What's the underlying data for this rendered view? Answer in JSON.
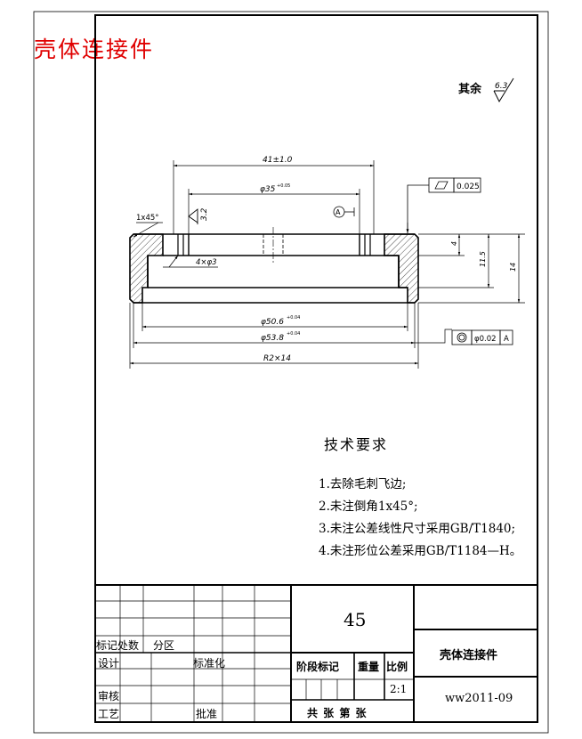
{
  "header": {
    "title": "壳体连接件"
  },
  "surface_roughness": {
    "prefix": "其余",
    "value": "6.3"
  },
  "dimensions": {
    "outer_top": "41±1.0",
    "inner_top": "φ35",
    "inner_top_tol": "+0.05",
    "flatness_value": "0.025",
    "chamfer": "1x45°",
    "roughness_side": "3.2",
    "datum": "A",
    "holes": "4×φ3",
    "height_4": "4",
    "height_11_5": "11.5",
    "height_14": "14",
    "dia_50_6": "φ50.6",
    "dia_50_6_tol": "+0.04",
    "dia_53_8": "φ53.8",
    "dia_53_8_tol": "+0.04",
    "circ_value": "φ0.02",
    "circ_datum": "A",
    "bottom": "R2×14"
  },
  "technical_requirements": {
    "heading": "技术要求",
    "items": [
      "1.去除毛刺飞边;",
      "2.未注倒角1x45°;",
      "3.未注公差线性尺寸采用GB/T1840;",
      "4.未注形位公差采用GB/T1184—H。"
    ]
  },
  "title_block": {
    "material": "45",
    "part_name": "壳体连接件",
    "drawing_no": "ww2011-09",
    "scale": "2:1",
    "labels": {
      "mark_count": "标记处数",
      "zone": "分区",
      "design": "设计",
      "standardize": "标准化",
      "stage_mark": "阶段标记",
      "weight": "重量",
      "scale_label": "比例",
      "review": "审核",
      "process": "工艺",
      "approve": "批准",
      "sheets": "共 张 第 张"
    }
  }
}
